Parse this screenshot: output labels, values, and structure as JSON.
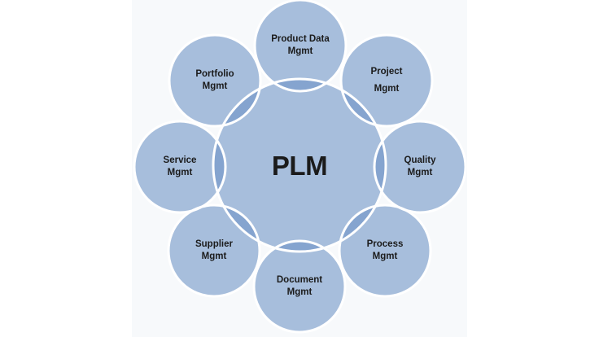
{
  "diagram": {
    "center": {
      "label": "PLM"
    },
    "nodes": [
      {
        "name": "product-data-mgmt",
        "line1": "Product Data",
        "line2": "Mgmt"
      },
      {
        "name": "project-mgmt",
        "line1": "Project",
        "line2": "Mgmt"
      },
      {
        "name": "quality-mgmt",
        "line1": "Quality",
        "line2": "Mgmt"
      },
      {
        "name": "process-mgmt",
        "line1": "Process",
        "line2": "Mgmt"
      },
      {
        "name": "document-mgmt",
        "line1": "Document",
        "line2": "Mgmt"
      },
      {
        "name": "supplier-mgmt",
        "line1": "Supplier",
        "line2": "Mgmt"
      },
      {
        "name": "service-mgmt",
        "line1": "Service",
        "line2": "Mgmt"
      },
      {
        "name": "portfolio-mgmt",
        "line1": "Portfolio",
        "line2": "Mgmt"
      }
    ],
    "colors": {
      "circle_fill": "#aac0de",
      "circle_overlap": "#86a2cc",
      "circle_fill_rgba": "rgba(107,146,198,0.575)",
      "circle_outline": "#ffffff",
      "label_text": "#1b1b1b",
      "canvas_background": "#f7f9fb",
      "page_background": "#ffffff"
    }
  }
}
